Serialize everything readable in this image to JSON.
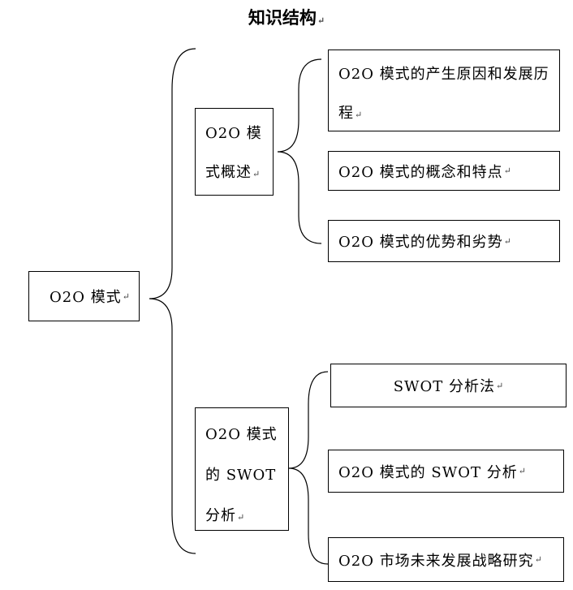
{
  "title": "知识结构",
  "paragraph_mark": "↵",
  "root": {
    "label": "O2O 模式"
  },
  "branches": [
    {
      "label": "O2O  模式概述",
      "children": [
        "O2O 模式的产生原因和发展历程",
        "O2O 模式的概念和特点",
        "O2O 模式的优势和劣势"
      ]
    },
    {
      "label": "O2O 模式的 SWOT 分析",
      "children": [
        "SWOT 分析法",
        "O2O 模式的 SWOT 分析",
        "O2O 市场未来发展战略研究"
      ]
    }
  ]
}
